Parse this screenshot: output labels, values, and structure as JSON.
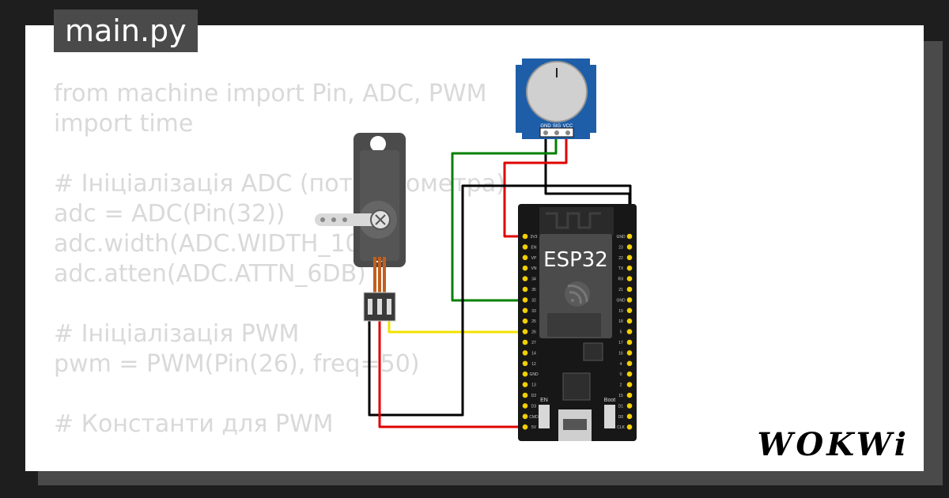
{
  "file_tab": {
    "label": "main.py"
  },
  "code_lines": [
    "from machine import Pin, ADC, PWM",
    "import time",
    "",
    "# Ініціалізація ADC (потенціометра)",
    "adc = ADC(Pin(32))",
    "adc.width(ADC.WIDTH_10BIT)",
    "adc.atten(ADC.ATTN_6DB)",
    "",
    "# Ініціалізація PWM",
    "pwm = PWM(Pin(26), freq=50)",
    "",
    "# Константи для PWM"
  ],
  "potentiometer": {
    "pins": [
      "GND",
      "SIG",
      "VCC"
    ]
  },
  "esp32": {
    "chip_label": "ESP32",
    "left_pins": [
      "3V3",
      "EN",
      "VP",
      "VN",
      "34",
      "35",
      "32",
      "33",
      "25",
      "26",
      "27",
      "14",
      "12",
      "GND",
      "13",
      "D2",
      "D3",
      "CMD",
      "5V"
    ],
    "right_pins": [
      "GND",
      "23",
      "22",
      "TX",
      "RX",
      "21",
      "GND",
      "19",
      "18",
      "5",
      "17",
      "16",
      "4",
      "0",
      "2",
      "15",
      "D1",
      "D0",
      "CLK"
    ],
    "buttons": [
      "EN",
      "Boot"
    ]
  },
  "wire_colors": {
    "gnd": "#000000",
    "sig": "#008000",
    "vcc": "#e00000",
    "pwm": "#f2e200"
  },
  "brand": {
    "logo": "WOKWi"
  }
}
